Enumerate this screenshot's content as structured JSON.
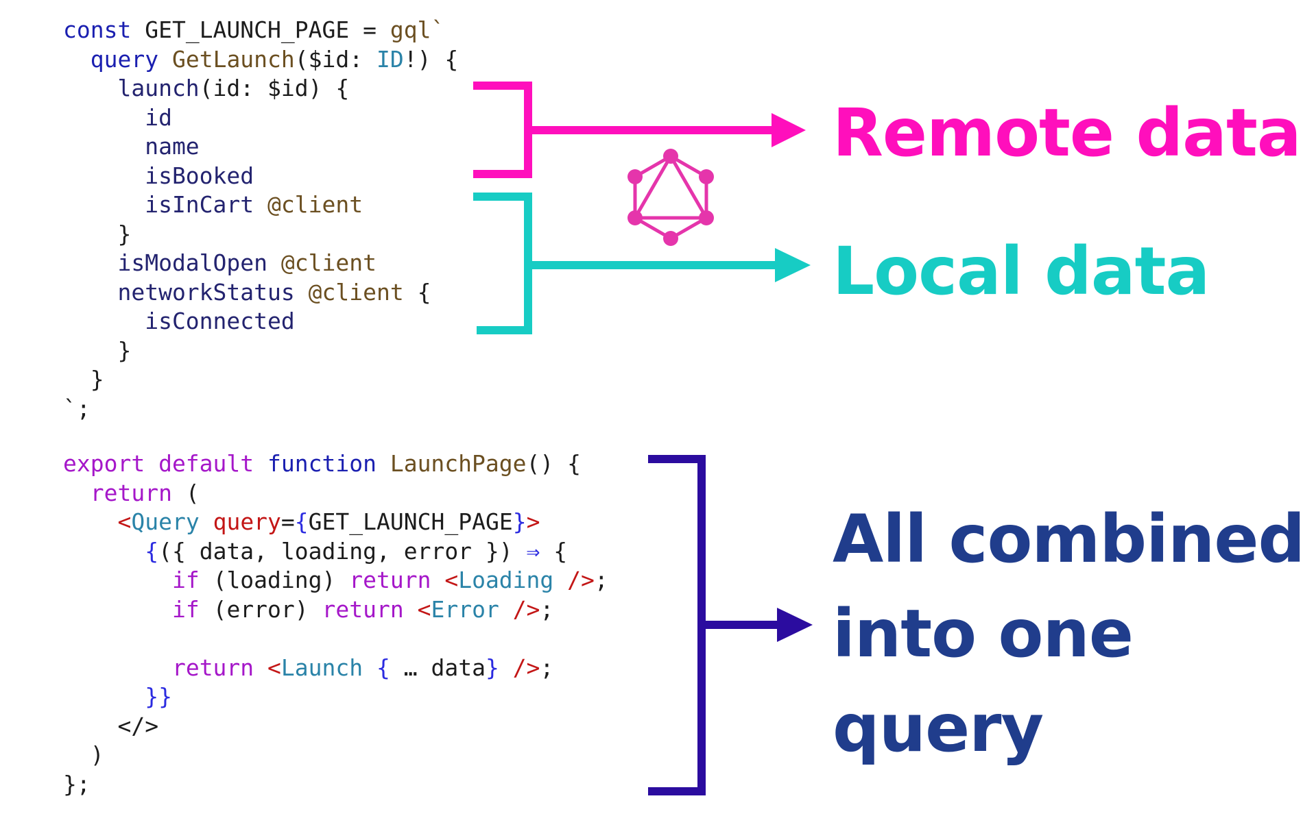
{
  "colors": {
    "remote": "#ff0fbc",
    "local": "#17ccc4",
    "combined": "#2b0c9f",
    "combined_text": "#203d8c",
    "graphql_logo": "#e535ab",
    "syntax": {
      "plain": "#1c1c1c",
      "keyword": "#1a1fb0",
      "control": "#a517c9",
      "function": "#6b4f21",
      "string": "#6b4f21",
      "type": "#2a83a8",
      "tag": "#2a83a8",
      "attr": "#c31616",
      "brace": "#2b2be0",
      "directive": "#6b4f21",
      "property": "#23236f"
    }
  },
  "code_top": [
    [
      [
        "keyword",
        "const "
      ],
      [
        "plain",
        "GET_LAUNCH_PAGE = "
      ],
      [
        "string",
        "gql`"
      ]
    ],
    [
      [
        "plain",
        "  "
      ],
      [
        "keyword",
        "query "
      ],
      [
        "function",
        "GetLaunch"
      ],
      [
        "plain",
        "($id: "
      ],
      [
        "type",
        "ID"
      ],
      [
        "plain",
        "!) {"
      ]
    ],
    [
      [
        "property",
        "    launch"
      ],
      [
        "plain",
        "(id: $id) {"
      ]
    ],
    [
      [
        "property",
        "      id"
      ]
    ],
    [
      [
        "property",
        "      name"
      ]
    ],
    [
      [
        "property",
        "      isBooked"
      ]
    ],
    [
      [
        "property",
        "      isInCart "
      ],
      [
        "directive",
        "@client"
      ]
    ],
    [
      [
        "plain",
        "    }"
      ]
    ],
    [
      [
        "property",
        "    isModalOpen "
      ],
      [
        "directive",
        "@client"
      ]
    ],
    [
      [
        "property",
        "    networkStatus "
      ],
      [
        "directive",
        "@client"
      ],
      [
        "plain",
        " {"
      ]
    ],
    [
      [
        "property",
        "      isConnected"
      ]
    ],
    [
      [
        "plain",
        "    }"
      ]
    ],
    [
      [
        "plain",
        "  }"
      ]
    ],
    [
      [
        "plain",
        "`;"
      ]
    ]
  ],
  "code_bottom": [
    [
      [
        "control",
        "export default "
      ],
      [
        "keyword",
        "function "
      ],
      [
        "function",
        "LaunchPage"
      ],
      [
        "plain",
        "() {"
      ]
    ],
    [
      [
        "plain",
        "  "
      ],
      [
        "control",
        "return"
      ],
      [
        "plain",
        " ("
      ]
    ],
    [
      [
        "plain",
        "    "
      ],
      [
        "attr",
        "<"
      ],
      [
        "tag",
        "Query "
      ],
      [
        "attr",
        "query"
      ],
      [
        "plain",
        "="
      ],
      [
        "brace",
        "{"
      ],
      [
        "plain",
        "GET_LAUNCH_PAGE"
      ],
      [
        "brace",
        "}"
      ],
      [
        "attr",
        ">"
      ]
    ],
    [
      [
        "plain",
        "      "
      ],
      [
        "brace",
        "{"
      ],
      [
        "plain",
        "({ data, loading, error }) "
      ],
      [
        "brace",
        "⇒"
      ],
      [
        "plain",
        " {"
      ]
    ],
    [
      [
        "plain",
        "        "
      ],
      [
        "control",
        "if"
      ],
      [
        "plain",
        " (loading) "
      ],
      [
        "control",
        "return "
      ],
      [
        "attr",
        "<"
      ],
      [
        "tag",
        "Loading "
      ],
      [
        "attr",
        "/>"
      ],
      [
        "plain",
        ";"
      ]
    ],
    [
      [
        "plain",
        "        "
      ],
      [
        "control",
        "if"
      ],
      [
        "plain",
        " (error) "
      ],
      [
        "control",
        "return "
      ],
      [
        "attr",
        "<"
      ],
      [
        "tag",
        "Error "
      ],
      [
        "attr",
        "/>"
      ],
      [
        "plain",
        ";"
      ]
    ],
    [
      [
        "plain",
        ""
      ]
    ],
    [
      [
        "plain",
        "        "
      ],
      [
        "control",
        "return "
      ],
      [
        "attr",
        "<"
      ],
      [
        "tag",
        "Launch "
      ],
      [
        "brace",
        "{"
      ],
      [
        "plain",
        " … data"
      ],
      [
        "brace",
        "}"
      ],
      [
        "plain",
        " "
      ],
      [
        "attr",
        "/>"
      ],
      [
        "plain",
        ";"
      ]
    ],
    [
      [
        "plain",
        "      "
      ],
      [
        "brace",
        "}}"
      ]
    ],
    [
      [
        "plain",
        "    </>"
      ]
    ],
    [
      [
        "plain",
        "  )"
      ]
    ],
    [
      [
        "plain",
        "};"
      ]
    ]
  ],
  "labels": {
    "remote": "Remote data",
    "local": "Local data",
    "combined": [
      "All combined",
      "into one",
      "query"
    ]
  },
  "icons": {
    "graphql": "graphql-logo-icon"
  }
}
